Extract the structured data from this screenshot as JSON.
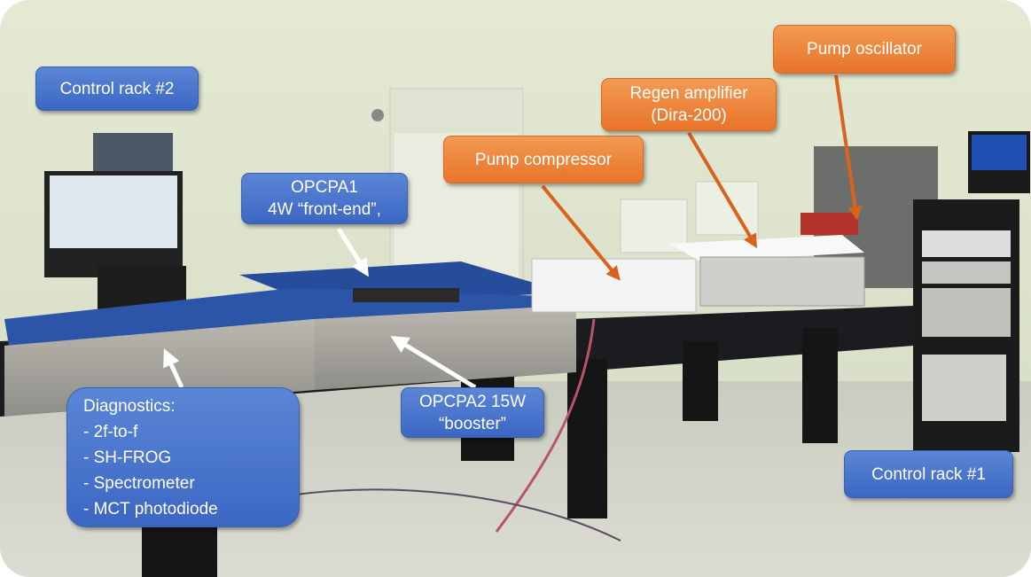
{
  "labels": {
    "control_rack_2": "Control rack #2",
    "opcpa1": [
      "OPCPA1",
      "4W “front-end”,"
    ],
    "pump_compressor": "Pump compressor",
    "regen_amplifier": [
      "Regen amplifier",
      "(Dira-200)"
    ],
    "pump_oscillator": "Pump oscillator",
    "diagnostics": [
      "Diagnostics:",
      "- 2f-to-f",
      "- SH-FROG",
      "- Spectrometer",
      "- MCT photodiode"
    ],
    "opcpa2": [
      "OPCPA2 15W",
      "“booster”"
    ],
    "control_rack_1": "Control rack #1"
  },
  "colors": {
    "blue_label": "#4472c4",
    "orange_label": "#ed7d31",
    "arrow_white": "#ffffff",
    "arrow_orange": "#d9621d"
  }
}
